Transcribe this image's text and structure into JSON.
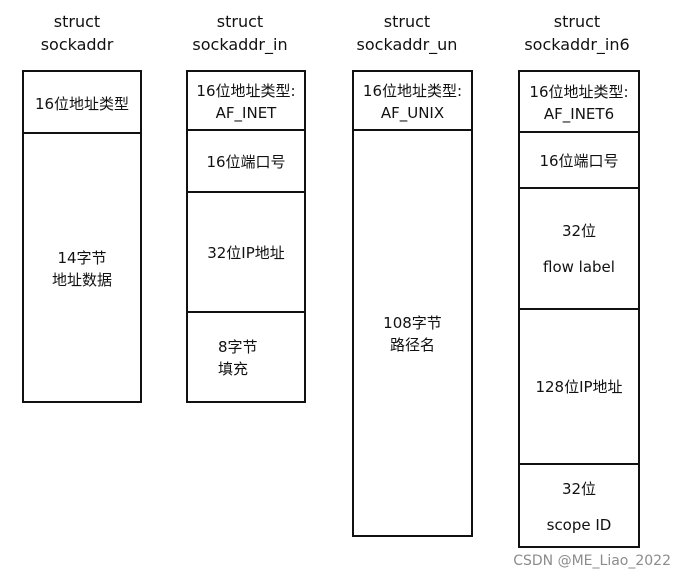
{
  "columns": [
    {
      "title": [
        "struct",
        "sockaddr"
      ],
      "cells": [
        {
          "lines": [
            "16位地址类型"
          ]
        },
        {
          "lines": [
            "14字节",
            "地址数据"
          ]
        }
      ]
    },
    {
      "title": [
        "struct",
        "sockaddr_in"
      ],
      "cells": [
        {
          "lines": [
            "16位地址类型:",
            "AF_INET"
          ]
        },
        {
          "lines": [
            "16位端口号"
          ]
        },
        {
          "lines": [
            "32位IP地址"
          ]
        },
        {
          "lines": [
            "8字节",
            "填充"
          ]
        }
      ]
    },
    {
      "title": [
        "struct",
        "sockaddr_un"
      ],
      "cells": [
        {
          "lines": [
            "16位地址类型:",
            "AF_UNIX"
          ]
        },
        {
          "lines": [
            "108字节",
            "路径名"
          ]
        }
      ]
    },
    {
      "title": [
        "struct",
        "sockaddr_in6"
      ],
      "cells": [
        {
          "lines": [
            "16位地址类型:",
            "AF_INET6"
          ]
        },
        {
          "lines": [
            "16位端口号"
          ]
        },
        {
          "lines": [
            "32位",
            "flow label"
          ]
        },
        {
          "lines": [
            "128位IP地址"
          ]
        },
        {
          "lines": [
            "32位",
            "scope ID"
          ]
        }
      ]
    }
  ],
  "watermark": "CSDN @ME_Liao_2022"
}
